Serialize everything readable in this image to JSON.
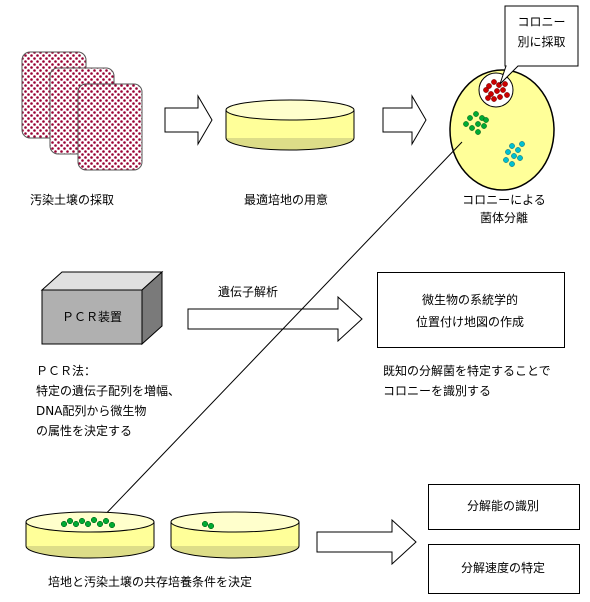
{
  "steps": {
    "soil_sampling": "汚染土壌の採取",
    "prepare_medium": "最適培地の用意",
    "colony_separation_line1": "コロニーによる",
    "colony_separation_line2": "菌体分離"
  },
  "callout": {
    "line1": "コロニー",
    "line2": "別に採取"
  },
  "pcr": {
    "device_label": "ＰＣＲ装置",
    "method_title": "ＰＣＲ法：",
    "method_line1": "特定の遺伝子配列を増幅、",
    "method_line2": "DNA配列から微生物",
    "method_line3": "の属性を決定する"
  },
  "analysis": {
    "arrow_label": "遺伝子解析",
    "box_line1": "微生物の系統学的",
    "box_line2": "位置付け地図の作成",
    "note_line1": "既知の分解菌を特定することで",
    "note_line2": "コロニーを識別する"
  },
  "coculture": {
    "caption": "培地と汚染土壌の共存培養条件を決定"
  },
  "results": {
    "identify_ability": "分解能の識別",
    "identify_rate": "分解速度の特定"
  },
  "colors": {
    "medium_fill": "#ffff99",
    "soil_dots": "#990033",
    "colony_red": "#cc0000",
    "colony_green": "#00aa33",
    "colony_cyan": "#00c0d0"
  }
}
